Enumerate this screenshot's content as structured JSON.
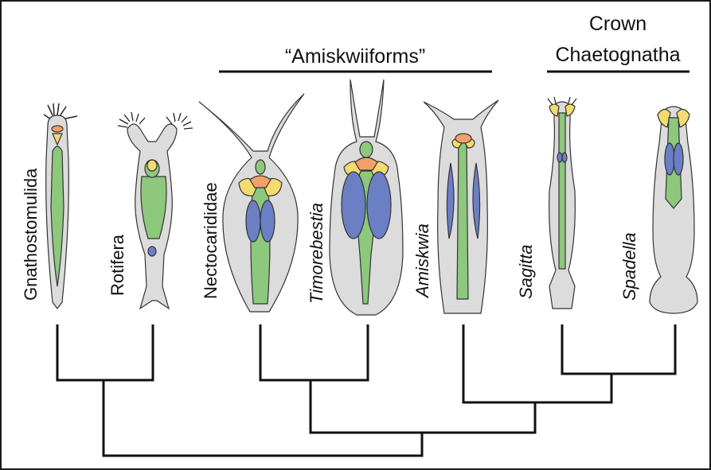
{
  "groups": {
    "amiskwiiforms": "“Amiskwiiforms”",
    "crown_line1": "Crown",
    "crown_line2": "Chaetognatha"
  },
  "taxa": [
    {
      "id": "gnathostomulida",
      "label": "Gnathostomulida",
      "italic": false
    },
    {
      "id": "rotifera",
      "label": "Rotifera",
      "italic": false
    },
    {
      "id": "nectocarididae",
      "label": "Nectocarididae",
      "italic": false
    },
    {
      "id": "timorebestia",
      "label": "Timorebestia",
      "italic": true
    },
    {
      "id": "amiskwia",
      "label": "Amiskwia",
      "italic": true
    },
    {
      "id": "sagitta",
      "label": "Sagitta",
      "italic": true
    },
    {
      "id": "spadella",
      "label": "Spadella",
      "italic": true
    }
  ],
  "colors": {
    "body": "#dcdcdc",
    "gut": "#8dc87d",
    "muscle": "#6b7fc4",
    "jaw_yellow": "#f3dc6f",
    "jaw_orange": "#f3a06a",
    "outline": "#333333"
  }
}
